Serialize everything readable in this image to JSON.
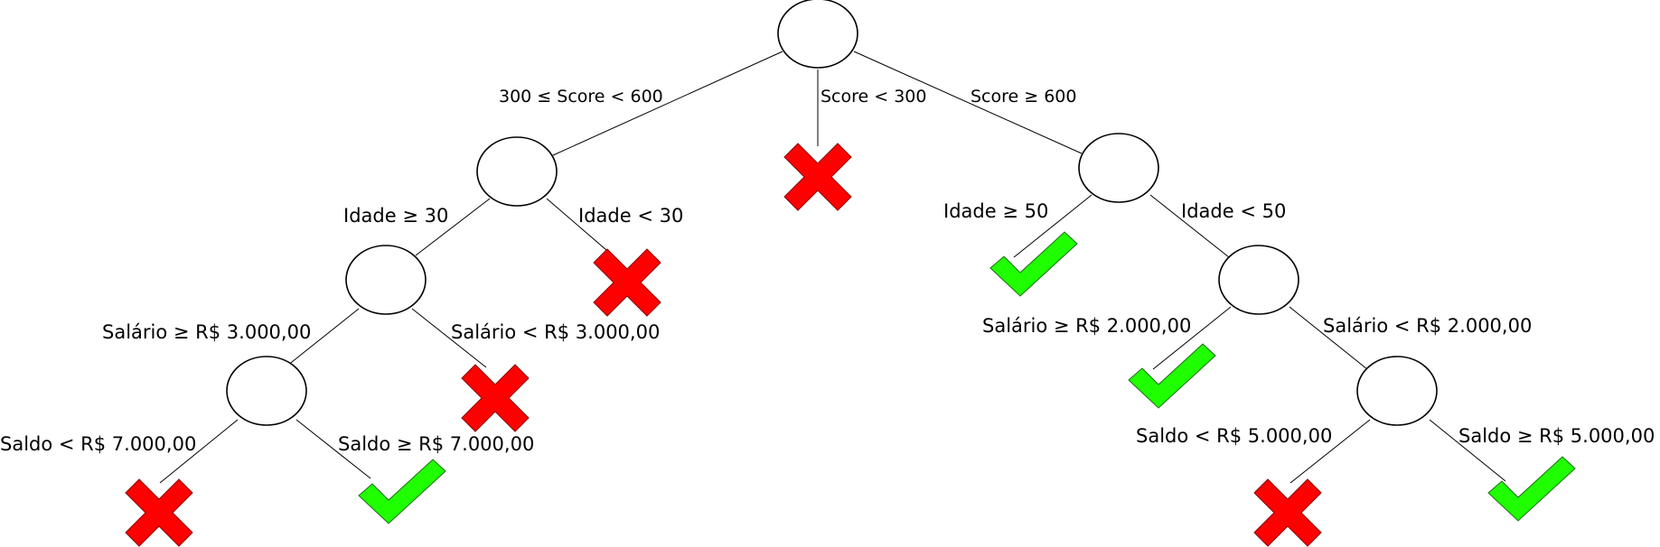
{
  "diagram": {
    "colors": {
      "reject": "#ff0000",
      "approve": "#1fff00",
      "line": "#000000"
    },
    "edges": {
      "root_mid": "300 ≤ Score < 600",
      "root_low": "Score < 300",
      "root_high": "Score ≥ 600",
      "l_idade_ge30": "Idade ≥ 30",
      "l_idade_lt30": "Idade < 30",
      "l_sal_ge3000": "Salário ≥ R$ 3.000,00",
      "l_sal_lt3000": "Salário < R$ 3.000,00",
      "l_saldo_lt7000": "Saldo < R$ 7.000,00",
      "l_saldo_ge7000": "Saldo ≥ R$ 7.000,00",
      "r_idade_ge50": "Idade ≥ 50",
      "r_idade_lt50": "Idade < 50",
      "r_sal_ge2000": "Salário ≥ R$ 2.000,00",
      "r_sal_lt2000": "Salário < R$ 2.000,00",
      "r_saldo_lt5000": "Saldo < R$ 5.000,00",
      "r_saldo_ge5000": "Saldo ≥ R$ 5.000,00"
    },
    "leaf_icons": [
      "cross-icon",
      "check-icon"
    ]
  }
}
